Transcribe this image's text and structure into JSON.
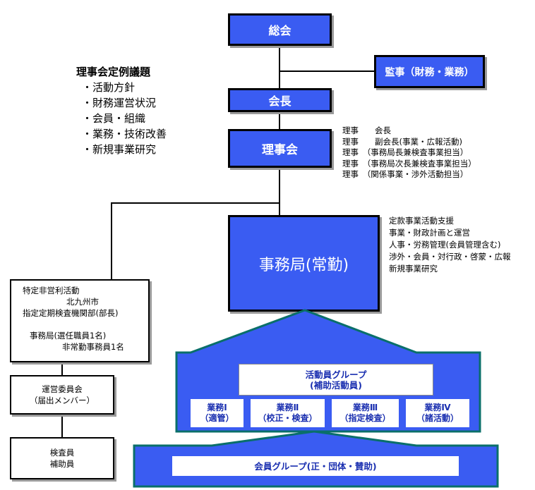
{
  "nodes": {
    "sokai": "総会",
    "kansa": "監事（財務・業務）",
    "kaicho": "会長",
    "rijikai": "理事会",
    "jimukyoku": "事務局(常勤)"
  },
  "agenda": {
    "title": "理事会定例議題",
    "items": [
      "・活動方針",
      "・財務運営状況",
      "・会員・組織",
      "・業務・技術改善",
      "・新規事業研究"
    ]
  },
  "board_members": [
    "理事　　会長",
    "理事　　副会長(事業・広報活動)",
    "理事　（事務局長兼検査事業担当）",
    "理事　（事務局次長兼検査事業担当）",
    "理事　（関係事業・渉外活動担当）"
  ],
  "office_duties": [
    "定款事業活動支援",
    "事業・財政計画と運営",
    "人事・労務管理(会員管理含む)",
    "渉外・会員・対行政・啓蒙・広報",
    "新規事業研究"
  ],
  "npo_box": {
    "line1": "特定非営利活動",
    "line2": "北九州市",
    "line3": "指定定期検査機関部(部長)",
    "line4": "事務局(選任職員1名)",
    "line5": "非常勤事務員1名"
  },
  "committee": {
    "line1": "運営委員会",
    "line2": "（届出メンバー）"
  },
  "inspector": {
    "line1": "検査員",
    "line2": "補助員"
  },
  "activity_group": {
    "line1": "活動員グループ",
    "line2": "(補助活動員)"
  },
  "work_units": [
    {
      "line1": "業務Ⅰ",
      "line2": "（適管）"
    },
    {
      "line1": "業務Ⅱ",
      "line2": "（校正・検査）"
    },
    {
      "line1": "業務Ⅲ",
      "line2": "（指定検査）"
    },
    {
      "line1": "業務Ⅳ",
      "line2": "（諸活動）"
    }
  ],
  "member_group": "会員グループ(正・団体・賛助)",
  "colors": {
    "box_blue": "#3a5cf2",
    "arrow_border": "#0a6f6a",
    "text_blue": "#1a2fb0"
  }
}
